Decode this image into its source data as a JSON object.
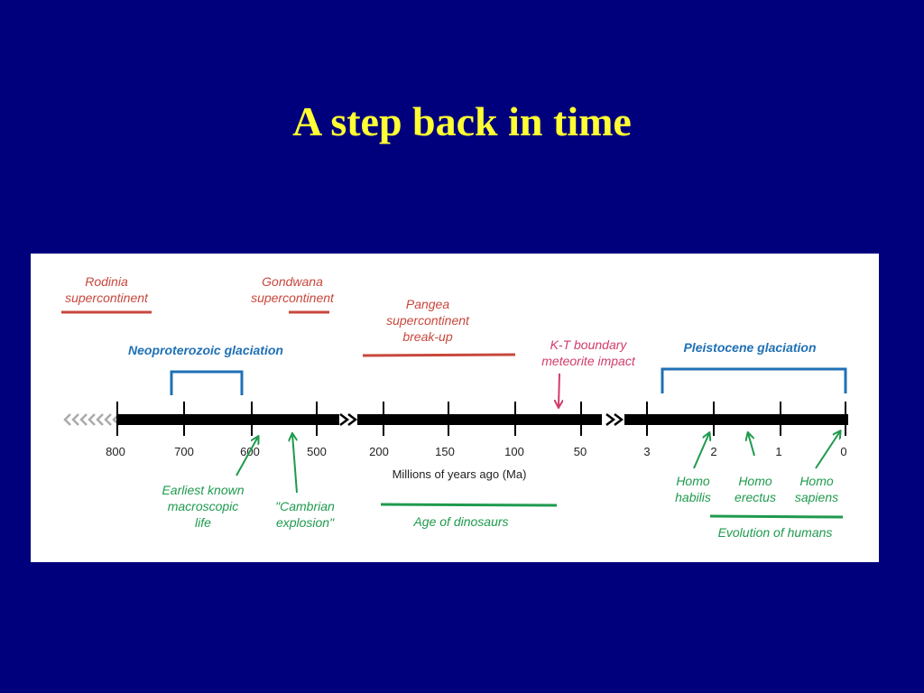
{
  "slide": {
    "title": "A step back in time",
    "background_color": "#00007c",
    "title_color": "#ffff33"
  },
  "diagram": {
    "colors": {
      "supercontinent": "#c8473c",
      "glaciation": "#1f70b5",
      "life": "#1e9a4e",
      "impact": "#d13c6a",
      "axis": "#000000"
    },
    "axis": {
      "title": "Millions of years ago (Ma)",
      "segments": [
        {
          "ticks": [
            "800",
            "700",
            "600",
            "500"
          ]
        },
        {
          "ticks": [
            "200",
            "150",
            "100",
            "50"
          ]
        },
        {
          "ticks": [
            "3",
            "2",
            "1",
            "0"
          ]
        }
      ]
    },
    "supercontinents": [
      {
        "line1": "Rodinia",
        "line2": "supercontinent"
      },
      {
        "line1": "Gondwana",
        "line2": "supercontinent"
      },
      {
        "line1": "Pangea",
        "line2": "supercontinent",
        "line3": "break-up"
      }
    ],
    "glaciations": [
      {
        "label": "Neoproterozoic glaciation"
      },
      {
        "label": "Pleistocene glaciation"
      }
    ],
    "impact": {
      "line1": "K-T boundary",
      "line2": "meteorite impact"
    },
    "life_events": [
      {
        "line1": "Earliest known",
        "line2": "macroscopic",
        "line3": "life"
      },
      {
        "line1": "\"Cambrian",
        "line2": "explosion\""
      },
      {
        "label": "Age of dinosaurs"
      }
    ],
    "humans": {
      "species": [
        {
          "line1": "Homo",
          "line2": "habilis"
        },
        {
          "line1": "Homo",
          "line2": "erectus"
        },
        {
          "line1": "Homo",
          "line2": "sapiens"
        }
      ],
      "label": "Evolution of humans"
    }
  }
}
